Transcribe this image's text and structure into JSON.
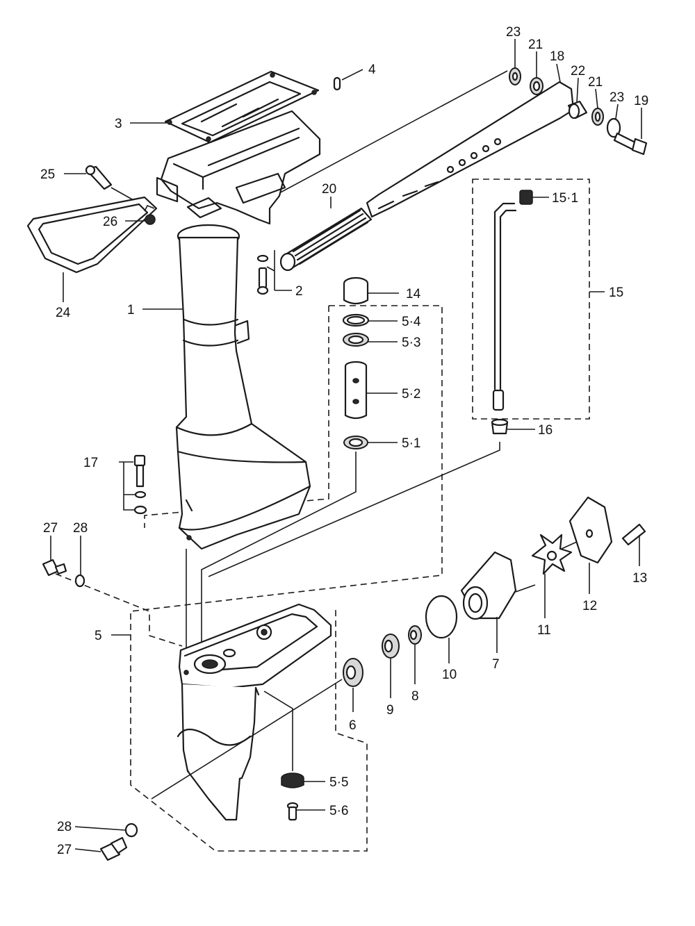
{
  "callouts": [
    {
      "id": "c1",
      "label": "1"
    },
    {
      "id": "c2",
      "label": "2"
    },
    {
      "id": "c3",
      "label": "3"
    },
    {
      "id": "c4",
      "label": "4"
    },
    {
      "id": "c5",
      "label": "5"
    },
    {
      "id": "c5-1",
      "label": "5·1"
    },
    {
      "id": "c5-2",
      "label": "5·2"
    },
    {
      "id": "c5-3",
      "label": "5·3"
    },
    {
      "id": "c5-4",
      "label": "5·4"
    },
    {
      "id": "c5-5",
      "label": "5·5"
    },
    {
      "id": "c5-6",
      "label": "5·6"
    },
    {
      "id": "c6",
      "label": "6"
    },
    {
      "id": "c7",
      "label": "7"
    },
    {
      "id": "c8",
      "label": "8"
    },
    {
      "id": "c9",
      "label": "9"
    },
    {
      "id": "c10",
      "label": "10"
    },
    {
      "id": "c11",
      "label": "11"
    },
    {
      "id": "c12",
      "label": "12"
    },
    {
      "id": "c13",
      "label": "13"
    },
    {
      "id": "c14",
      "label": "14"
    },
    {
      "id": "c15",
      "label": "15"
    },
    {
      "id": "c15-1",
      "label": "15·1"
    },
    {
      "id": "c16",
      "label": "16"
    },
    {
      "id": "c17",
      "label": "17"
    },
    {
      "id": "c18",
      "label": "18"
    },
    {
      "id": "c19",
      "label": "19"
    },
    {
      "id": "c20",
      "label": "20"
    },
    {
      "id": "c21a",
      "label": "21"
    },
    {
      "id": "c21b",
      "label": "21"
    },
    {
      "id": "c22",
      "label": "22"
    },
    {
      "id": "c23a",
      "label": "23"
    },
    {
      "id": "c23b",
      "label": "23"
    },
    {
      "id": "c24",
      "label": "24"
    },
    {
      "id": "c25",
      "label": "25"
    },
    {
      "id": "c26",
      "label": "26"
    },
    {
      "id": "c27a",
      "label": "27"
    },
    {
      "id": "c27b",
      "label": "27"
    },
    {
      "id": "c28a",
      "label": "28"
    },
    {
      "id": "c28b",
      "label": "28"
    }
  ]
}
